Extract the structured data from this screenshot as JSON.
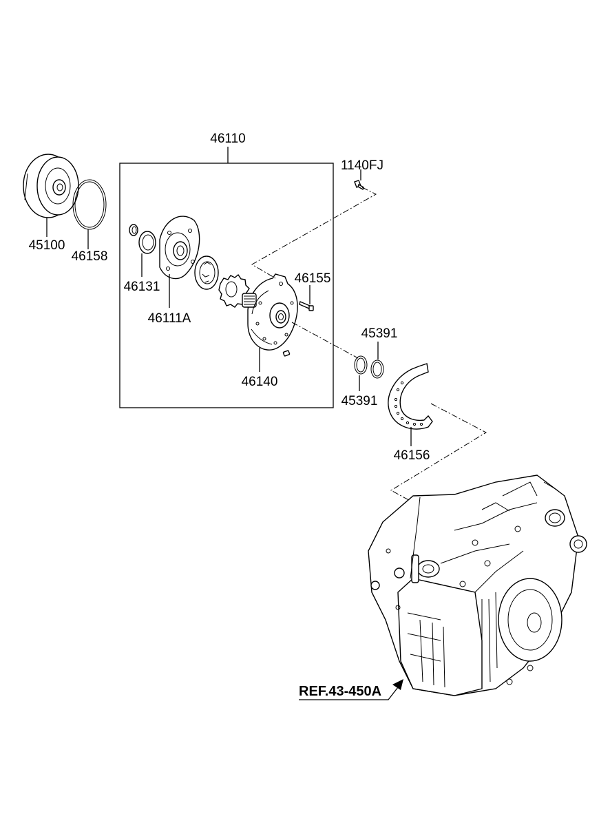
{
  "labels": {
    "assembly": "46110",
    "bolt": "1140FJ",
    "converter": "45100",
    "oring": "46158",
    "seal": "46131",
    "pump_cover": "46111A",
    "pin": "46155",
    "pump_body": "46140",
    "ring_upper": "45391",
    "ring_lower": "45391",
    "gasket": "46156"
  },
  "reference": "REF.43-450A",
  "icons": {
    "torque_converter": "torque-converter-icon",
    "oring": "o-ring-icon",
    "oil_seal": "oil-seal-icon",
    "pump_cover": "pump-cover-icon",
    "outer_gear": "outer-gear-icon",
    "inner_gear": "inner-gear-icon",
    "pump_housing": "pump-housing-icon",
    "bolt": "bolt-icon",
    "seal_rings": "seal-ring-icon",
    "gasket": "gasket-icon",
    "transaxle": "transaxle-icon"
  }
}
